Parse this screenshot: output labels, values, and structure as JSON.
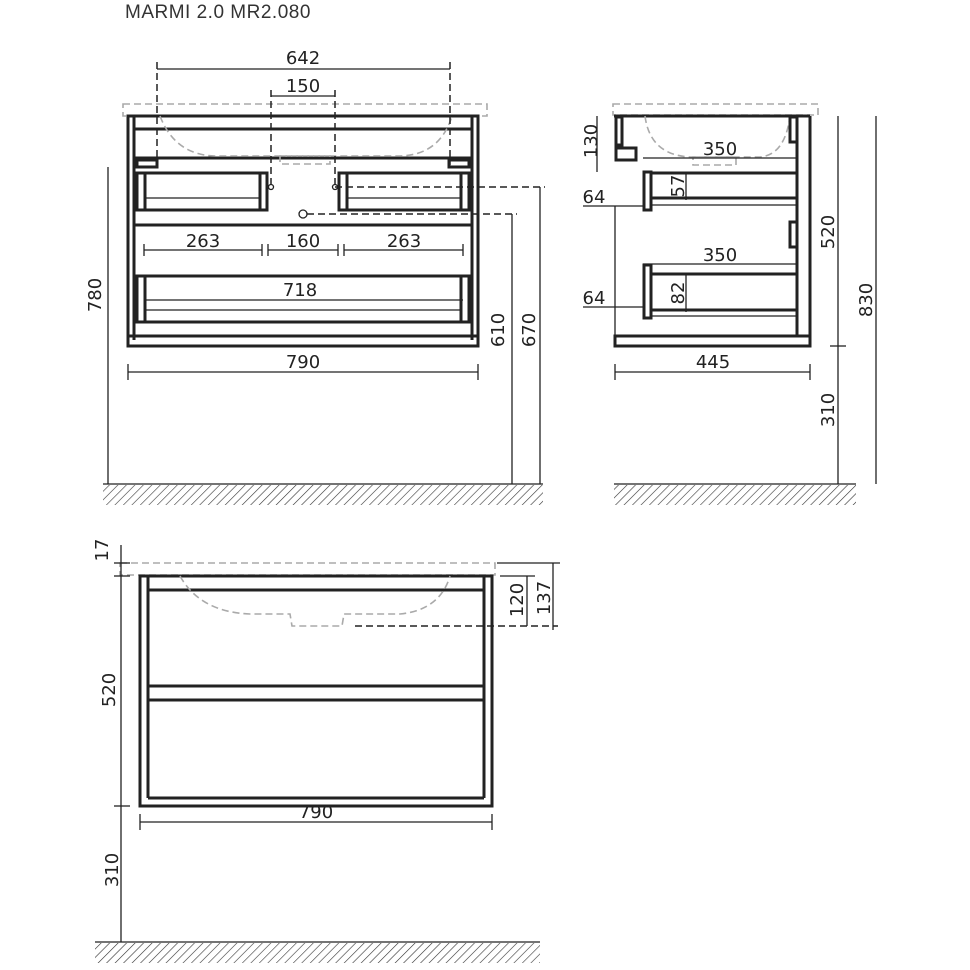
{
  "title": "MARMI 2.0 MR2.080",
  "front_view": {
    "dims": {
      "sink_width": "642",
      "tap_spacing": "150",
      "drawer_left": "263",
      "gap": "160",
      "drawer_right": "263",
      "drawer_lower": "718",
      "width": "790",
      "total_height": "780",
      "drain_height": "610",
      "inlet_height": "670"
    }
  },
  "side_view": {
    "dims": {
      "top_gap": "130",
      "upper_drawer_inner_depth": "350",
      "upper_drawer_height": "57",
      "upper_offset": "64",
      "lower_drawer_inner_depth": "350",
      "lower_drawer_height": "82",
      "lower_offset": "64",
      "depth": "445",
      "cabinet_height": "520",
      "total_height": "830",
      "floor_clearance": "310"
    }
  },
  "elevation_view": {
    "dims": {
      "counter_thickness": "17",
      "cabinet_height": "520",
      "floor_clearance": "310",
      "basin_depth": "120",
      "basin_total": "137",
      "width": "790"
    }
  }
}
